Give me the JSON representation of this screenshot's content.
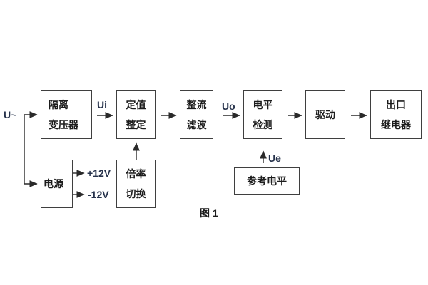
{
  "figure": {
    "caption": "图 1",
    "colors": {
      "background": "#ffffff",
      "box_border": "#3f3f3f",
      "box_text": "#1c1c1c",
      "wire": "#2a2a2a",
      "signal_label": "#26324b"
    }
  },
  "blocks": [
    {
      "id": "isolation-transformer",
      "lines": [
        "隔离",
        "变压器"
      ]
    },
    {
      "id": "setting-adjust",
      "lines": [
        "定值",
        "整定"
      ]
    },
    {
      "id": "rectify-filter",
      "lines": [
        "整流",
        "滤波"
      ]
    },
    {
      "id": "level-detection",
      "lines": [
        "电平",
        "检测"
      ]
    },
    {
      "id": "drive",
      "lines": [
        "驱动"
      ]
    },
    {
      "id": "output-relay",
      "lines": [
        "出口",
        "继电器"
      ]
    },
    {
      "id": "power-supply",
      "lines": [
        "电源"
      ]
    },
    {
      "id": "ratio-switch",
      "lines": [
        "倍率",
        "切换"
      ]
    },
    {
      "id": "reference-level",
      "lines": [
        "参考电平"
      ]
    }
  ],
  "labels": {
    "input": "U~",
    "ui": "Ui",
    "uo": "Uo",
    "ue": "Ue",
    "plus12v": "+12V",
    "minus12v": "-12V"
  }
}
